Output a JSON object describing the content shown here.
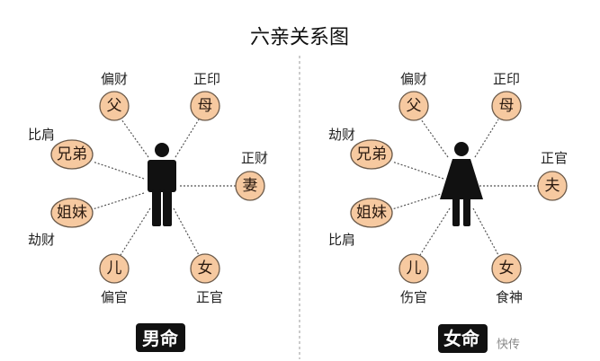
{
  "title": "六亲关系图",
  "male": {
    "badge": "男命",
    "nodes": {
      "father": "父",
      "mother": "母",
      "brothers": "兄弟",
      "wife": "妻",
      "sisters": "姐妹",
      "son": "儿",
      "daughter": "女"
    },
    "labels": {
      "father": "偏财",
      "mother": "正印",
      "brothers": "比肩",
      "wife": "正财",
      "sisters": "劫财",
      "son": "偏官",
      "daughter": "正官"
    }
  },
  "female": {
    "badge": "女命",
    "watermark": "快传",
    "nodes": {
      "father": "父",
      "mother": "母",
      "brothers": "兄弟",
      "husband": "夫",
      "sisters": "姐妹",
      "son": "儿",
      "daughter": "女"
    },
    "labels": {
      "father": "偏财",
      "mother": "正印",
      "brothers": "劫财",
      "husband": "正官",
      "sisters": "比肩",
      "son": "伤官",
      "daughter": "食神"
    }
  },
  "colors": {
    "node_fill": "#f6c9a0",
    "figure": "#111111",
    "badge": "#111111"
  }
}
